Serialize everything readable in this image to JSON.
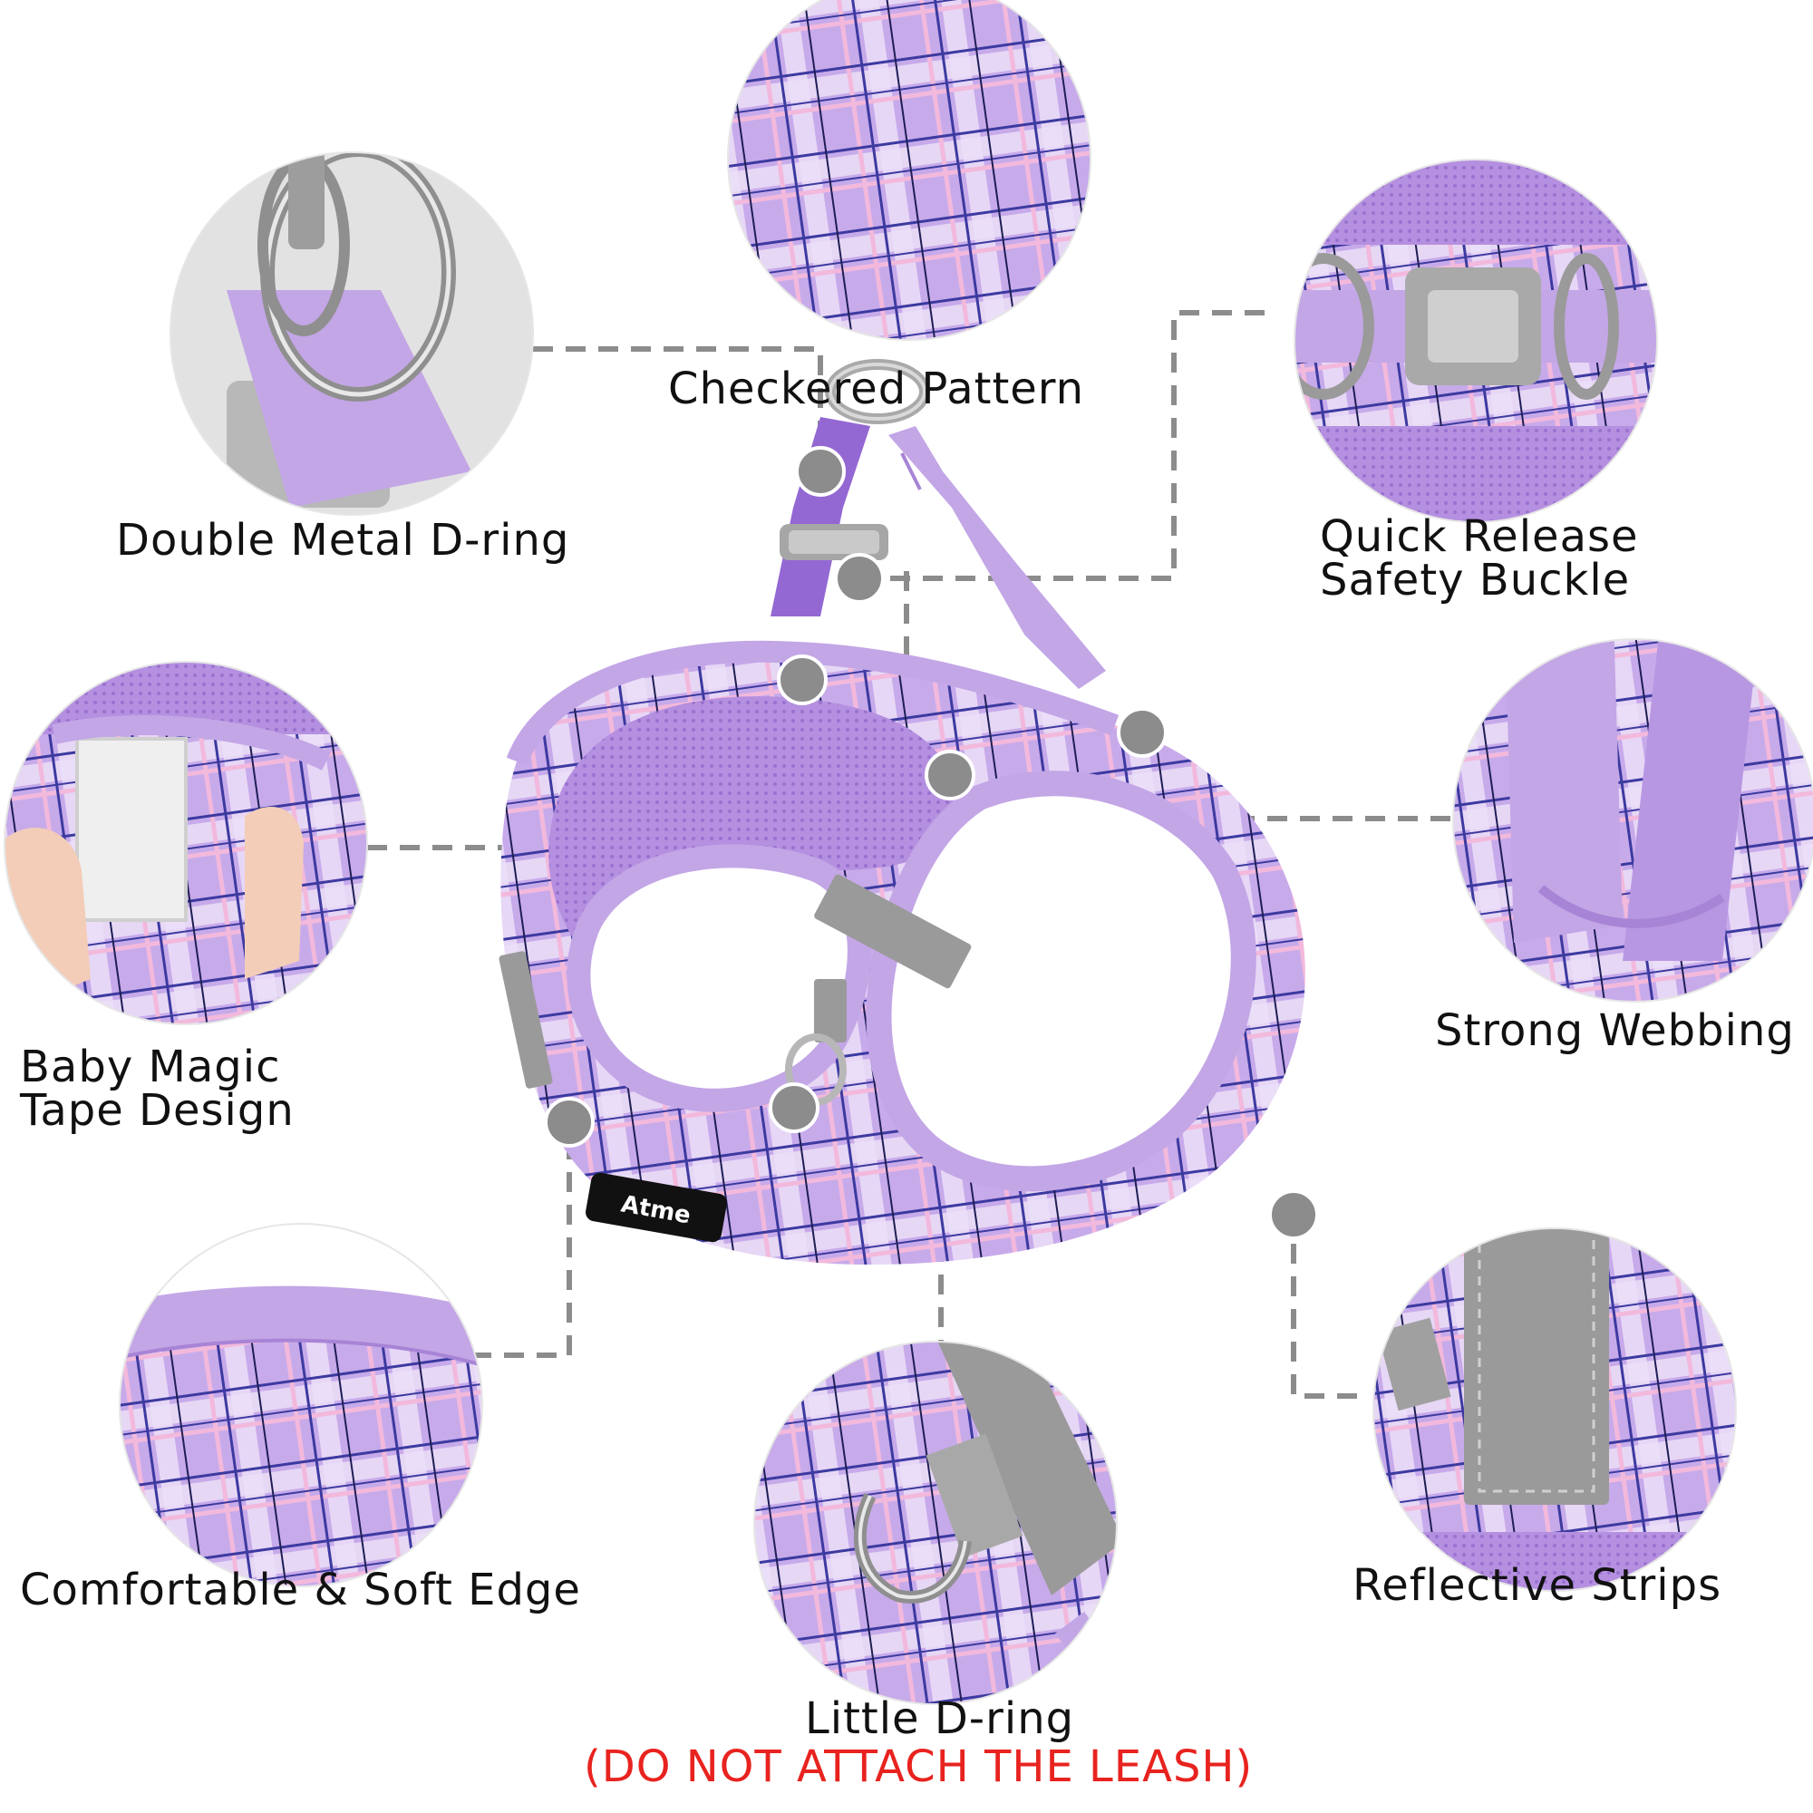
{
  "image": {
    "subject": "purple plaid step-in dog harness with feature callouts",
    "colors": {
      "lavender": "#c3a6e6",
      "lavender_dark": "#a884d6",
      "plaid_pink": "#f2b9dc",
      "plaid_navy": "#3c3aa0",
      "reflective_gray": "#9a9a9a",
      "callout_line": "#8c8c8c",
      "warning_red": "#e8231f"
    }
  },
  "callouts": {
    "checkered": {
      "label": "Checkered Pattern"
    },
    "d_ring": {
      "label": "Double Metal D-ring"
    },
    "buckle": {
      "line1": "Quick Release",
      "line2": "Safety Buckle"
    },
    "magic_tape": {
      "line1": "Baby Magic",
      "line2": "Tape Design"
    },
    "webbing": {
      "label": "Strong Webbing"
    },
    "soft_edge": {
      "label": "Comfortable & Soft Edge"
    },
    "reflective": {
      "label": "Reflective Strips"
    },
    "little_ring": {
      "label": "Little D-ring",
      "warning": "(DO NOT ATTACH THE LEASH)"
    }
  },
  "brand_tag": "Atme"
}
